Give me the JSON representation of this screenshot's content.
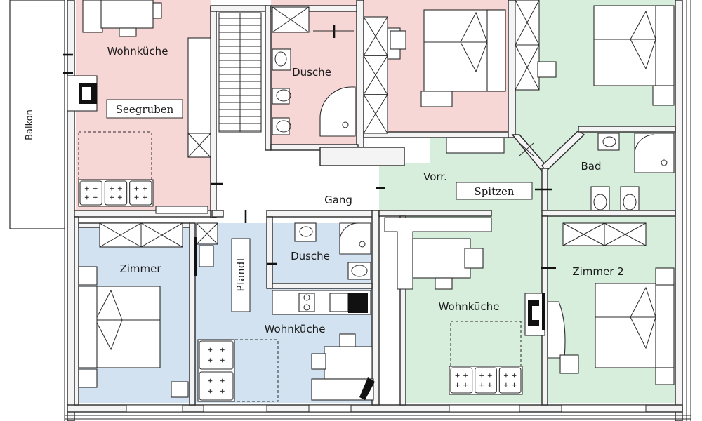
{
  "colors": {
    "seegruben": "#f7d6d6",
    "spitzen": "#d6eedb",
    "pfandl": "#d2e2f1",
    "corridor": "#ffffff",
    "wall": "#2a2a2a"
  },
  "apartments": {
    "seegruben": "Seegruben",
    "spitzen": "Spitzen",
    "pfandl": "Pfandl"
  },
  "rooms": {
    "balkon": "Balkon",
    "wohnkueche_top_left": "Wohnküche",
    "dusche_top": "Dusche",
    "gang": "Gang",
    "vorr": "Vorr.",
    "bad": "Bad",
    "zimmer_left": "Zimmer",
    "dusche_bottom": "Dusche",
    "wohnkueche_bottom_mid": "Wohnküche",
    "wohnkueche_bottom_right": "Wohnküche",
    "zimmer_2": "Zimmer 2"
  }
}
